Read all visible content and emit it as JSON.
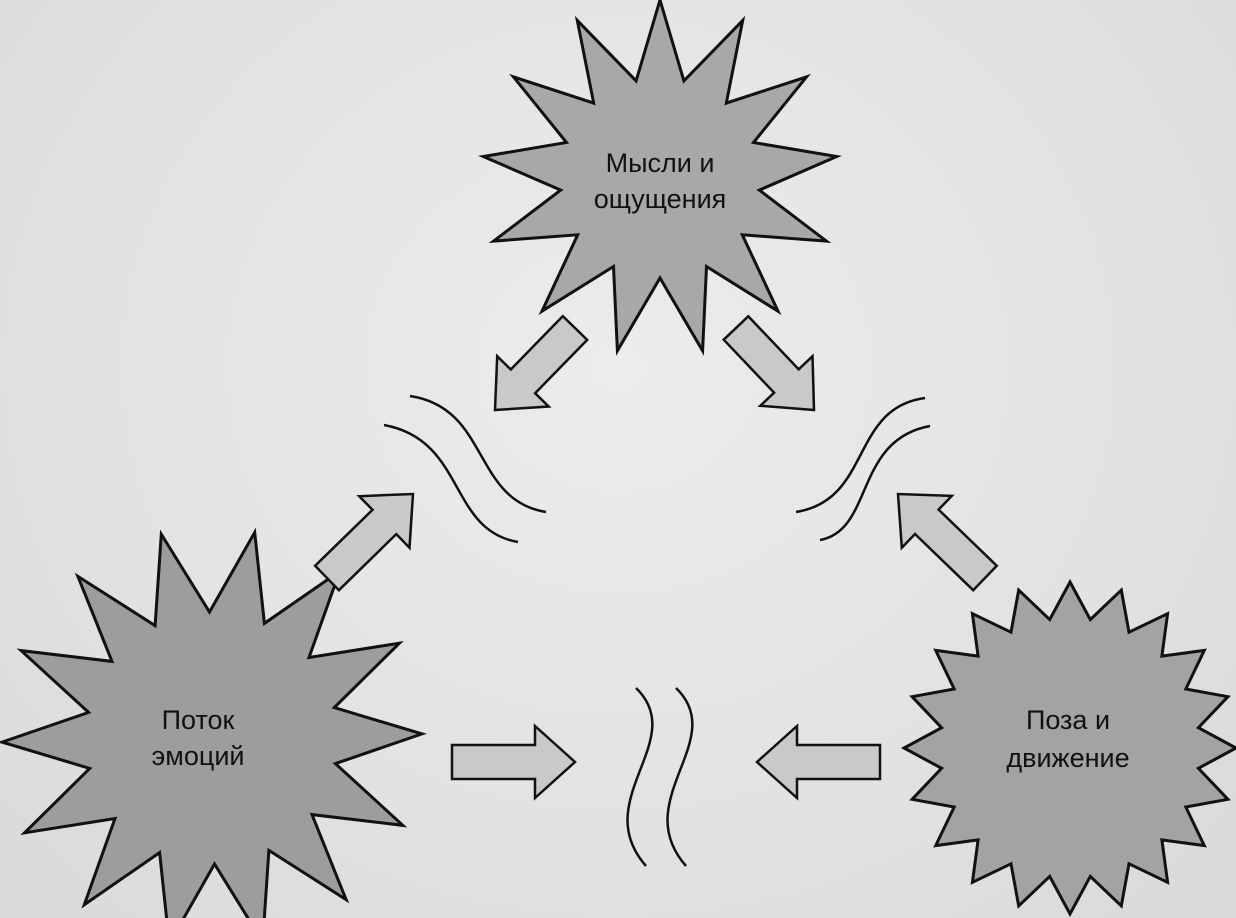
{
  "nodes": {
    "top": {
      "line1": "Мысли и",
      "line2": "ощущения",
      "icon": "starburst-icon",
      "fill": "#a8a8a8"
    },
    "left": {
      "line1": "Поток",
      "line2": "эмоций",
      "icon": "starburst-icon",
      "fill": "#9d9d9d"
    },
    "right": {
      "line1": "Поза и",
      "line2": "движение",
      "icon": "starburst-icon",
      "fill": "#a3a3a3"
    }
  },
  "arrows": [
    {
      "name": "arrow-top-to-left-wave",
      "icon": "arrow-icon"
    },
    {
      "name": "arrow-top-to-right-wave",
      "icon": "arrow-icon"
    },
    {
      "name": "arrow-left-to-left-wave",
      "icon": "arrow-icon"
    },
    {
      "name": "arrow-right-to-right-wave",
      "icon": "arrow-icon"
    },
    {
      "name": "arrow-left-to-bottom-wave",
      "icon": "arrow-icon"
    },
    {
      "name": "arrow-right-to-bottom-wave",
      "icon": "arrow-icon"
    }
  ],
  "colors": {
    "background": "#e4e4e4",
    "stroke": "#111111",
    "arrow_fill": "#c9c9c9"
  }
}
